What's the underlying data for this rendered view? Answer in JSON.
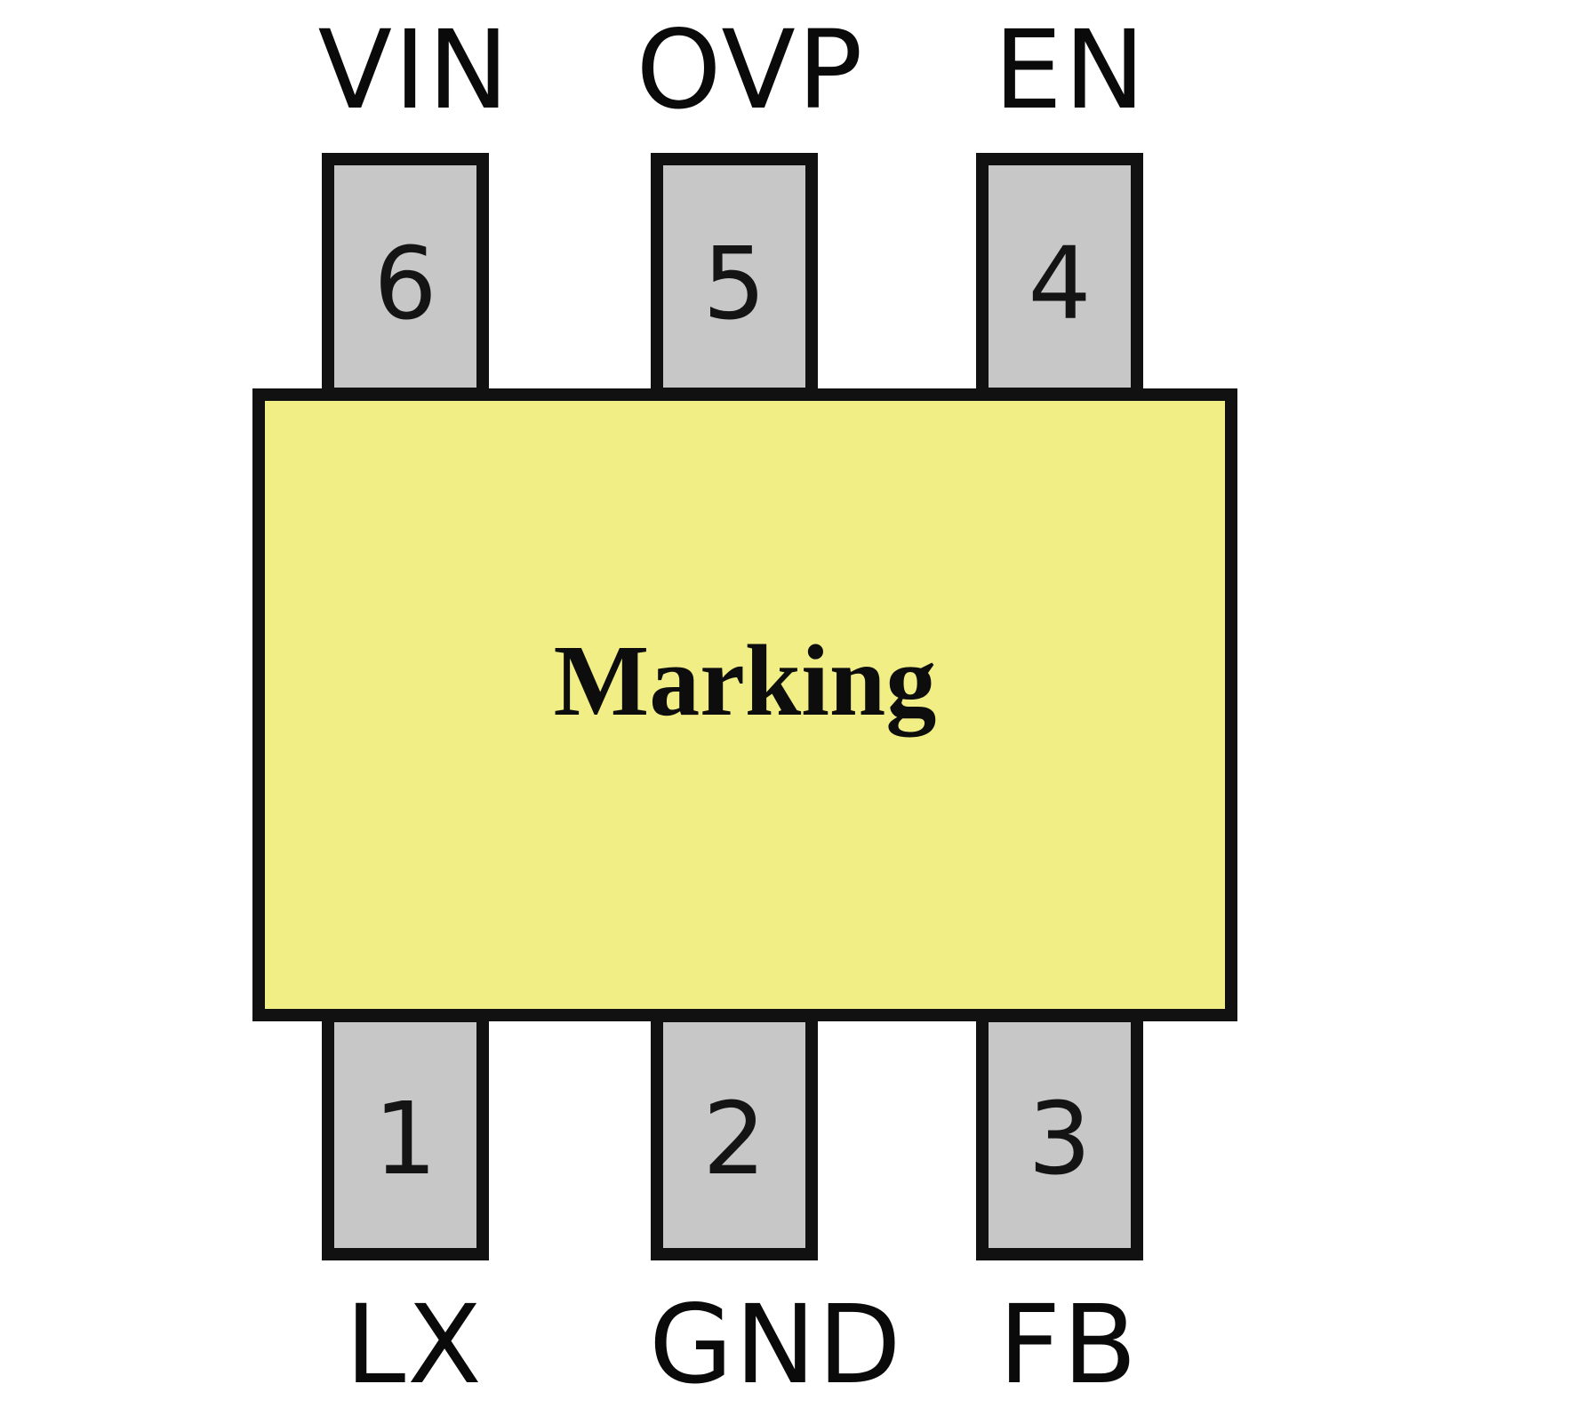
{
  "package": {
    "marking": "Marking",
    "body_color": "#f0ee84",
    "pin_color": "#c7c7c7",
    "outline_color": "#111111"
  },
  "pins": {
    "top": [
      {
        "number": "6",
        "name": "VIN"
      },
      {
        "number": "5",
        "name": "OVP"
      },
      {
        "number": "4",
        "name": "EN"
      }
    ],
    "bottom": [
      {
        "number": "1",
        "name": "LX"
      },
      {
        "number": "2",
        "name": "GND"
      },
      {
        "number": "3",
        "name": "FB"
      }
    ]
  }
}
